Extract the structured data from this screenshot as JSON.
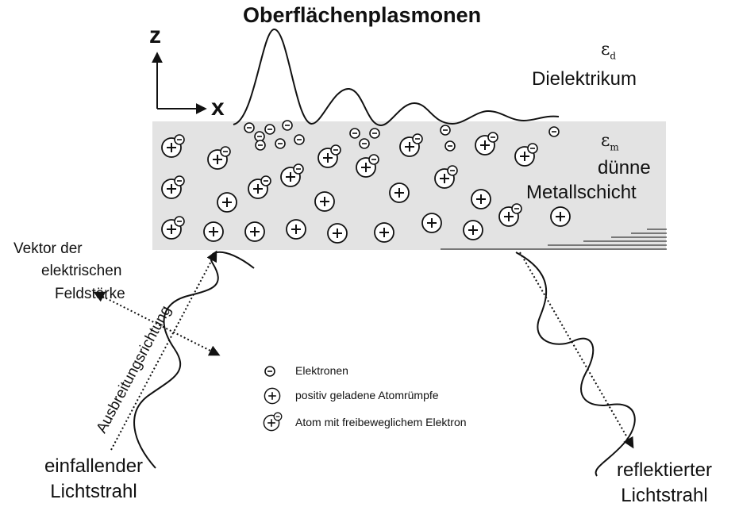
{
  "title": "Oberflächenplasmonen",
  "axes": {
    "z": "z",
    "x": "x"
  },
  "dielectric": {
    "symbol": "ε",
    "subscript": "d",
    "label": "Dielektrikum"
  },
  "metal": {
    "symbol": "ε",
    "subscript": "m",
    "label_line1": "dünne",
    "label_line2": "Metallschicht"
  },
  "field_vector": {
    "line1": "Vektor der",
    "line2": "elektrischen",
    "line3": "Feldstärke"
  },
  "propagation_label": "Ausbreitungsrichtung",
  "incident": {
    "line1": "einfallender",
    "line2": "Lichtstrahl"
  },
  "reflected": {
    "line1": "reflektierter",
    "line2": "Lichtstrahl"
  },
  "legend": {
    "electron": "Elektronen",
    "ion": "positiv geladene Atomrümpfe",
    "atom": "Atom mit freibeweglichem Elektron"
  }
}
